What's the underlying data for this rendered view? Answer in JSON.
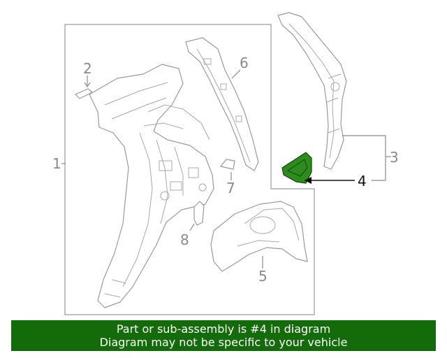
{
  "callouts": {
    "c1": "1",
    "c2": "2",
    "c3": "3",
    "c4": "4",
    "c5": "5",
    "c6": "6",
    "c7": "7",
    "c8": "8"
  },
  "highlight_color": "#2e8b1e",
  "banner": {
    "line1": "Part or sub-assembly is #4 in diagram",
    "line2": "Diagram may not be specific to your vehicle",
    "background": "#146b0a"
  }
}
